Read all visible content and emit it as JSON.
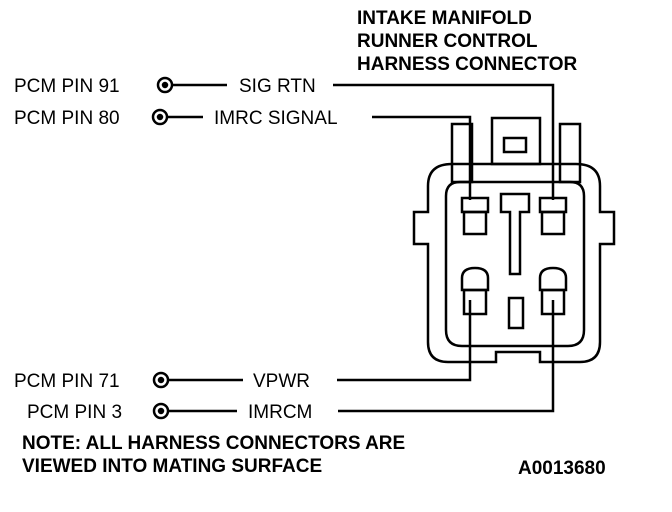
{
  "title": {
    "line1": "INTAKE MANIFOLD",
    "line2": "RUNNER CONTROL",
    "line3": "HARNESS CONNECTOR"
  },
  "wires": [
    {
      "pcm_pin": "PCM PIN 91",
      "signal": "SIG RTN"
    },
    {
      "pcm_pin": "PCM PIN 80",
      "signal": "IMRC SIGNAL"
    },
    {
      "pcm_pin": "PCM PIN 71",
      "signal": "VPWR"
    },
    {
      "pcm_pin": "PCM PIN 3",
      "signal": "IMRCM"
    }
  ],
  "note": {
    "line1": "NOTE: ALL HARNESS CONNECTORS ARE",
    "line2": "VIEWED INTO MATING SURFACE"
  },
  "figure_id": "A0013680"
}
